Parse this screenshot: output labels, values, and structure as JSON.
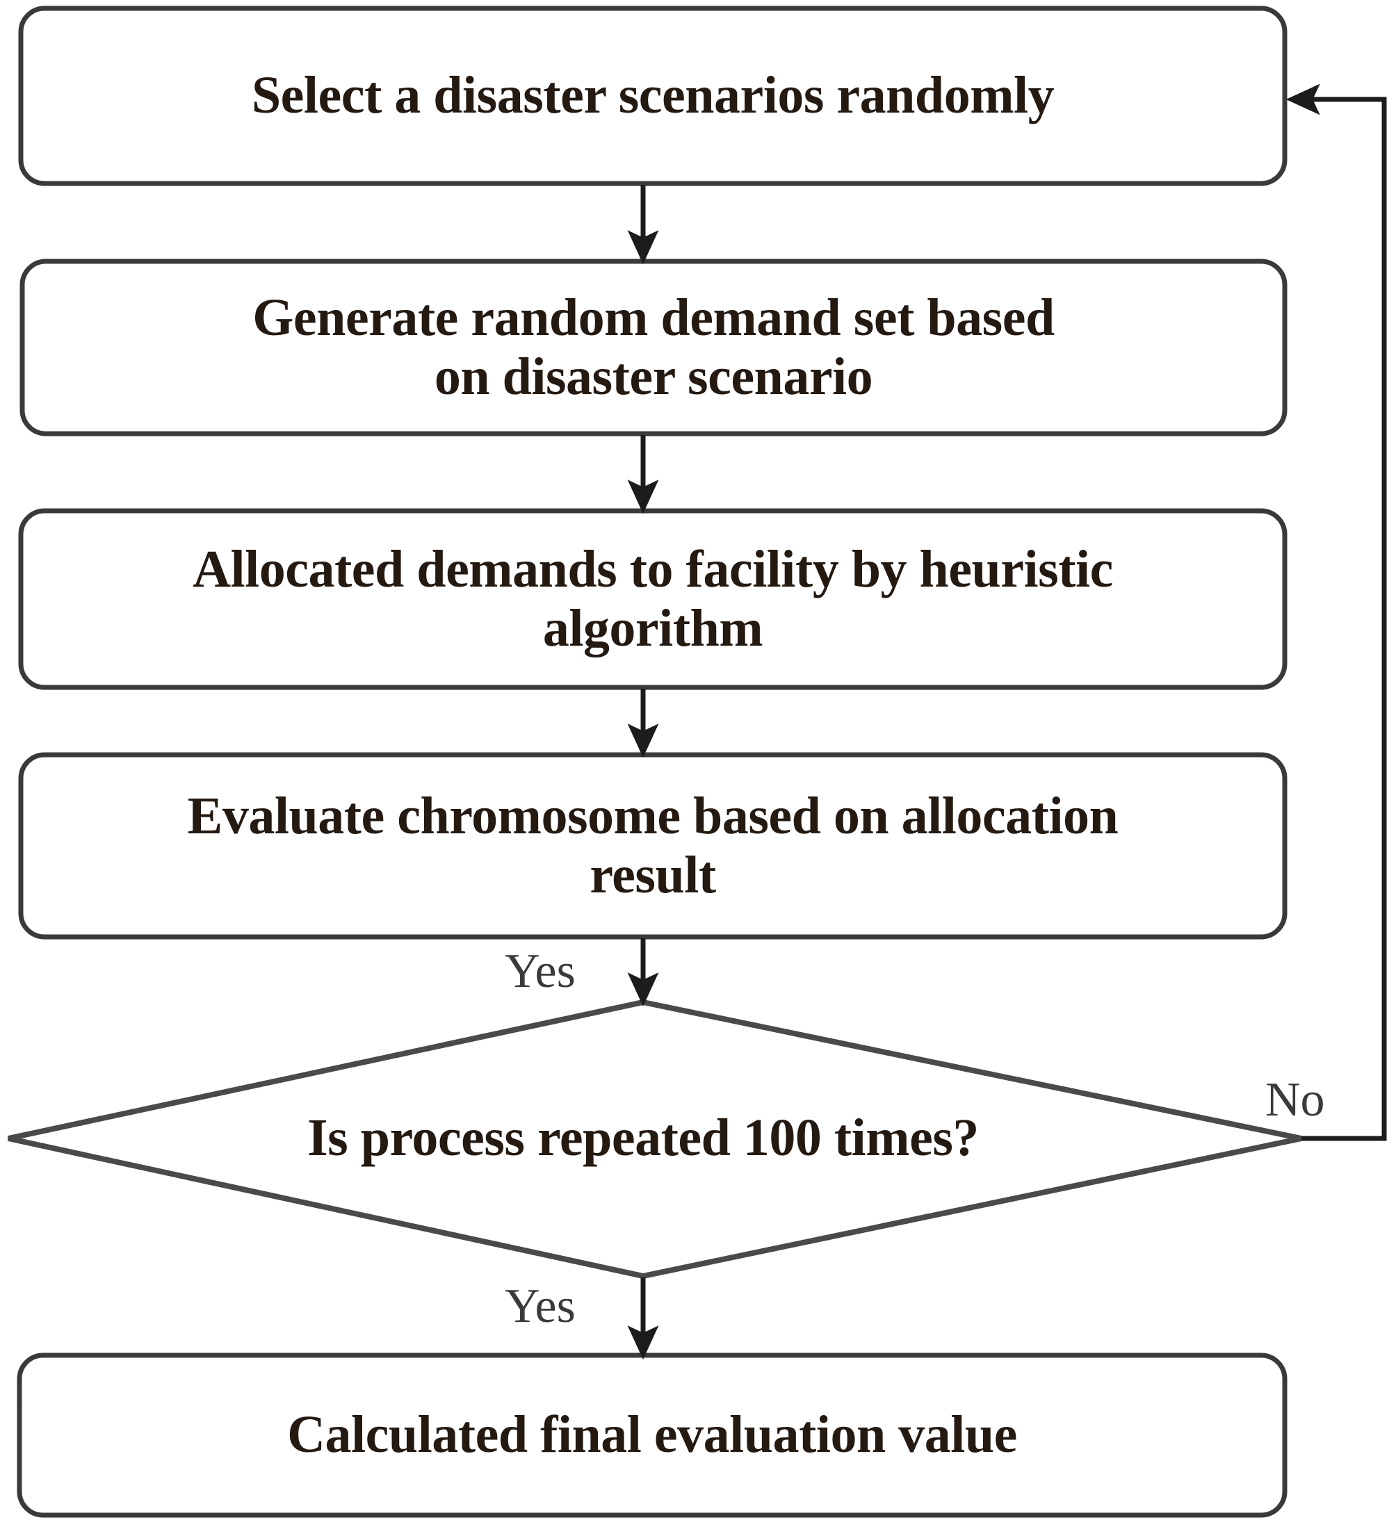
{
  "diagram": {
    "type": "flowchart",
    "orientation": "top-to-bottom",
    "background_color": "#ffffff",
    "stroke_color": "#3a3a3a",
    "node_text_color": "#241a12",
    "edge_label_color": "#3a3a3a",
    "nodes": [
      {
        "id": "select-scenario",
        "shape": "rounded-rectangle",
        "lines": [
          "Select a disaster scenarios randomly"
        ],
        "text": "Select a disaster scenarios randomly"
      },
      {
        "id": "generate-demand",
        "shape": "rounded-rectangle",
        "lines": [
          "Generate random demand set based on",
          "disaster scenario"
        ],
        "text": "Generate random demand set based on disaster scenario"
      },
      {
        "id": "allocate-demands",
        "shape": "rounded-rectangle",
        "lines": [
          "Allocated demands to facility by heuristic",
          "algorithm"
        ],
        "text": "Allocated demands to facility by heuristic algorithm"
      },
      {
        "id": "evaluate-chromosome",
        "shape": "rounded-rectangle",
        "lines": [
          "Evaluate chromosome based on allocation",
          "result"
        ],
        "text": "Evaluate chromosome based on allocation result"
      },
      {
        "id": "repeat-decision",
        "shape": "diamond",
        "lines": [
          "Is process repeated 100 times?"
        ],
        "text": "Is process repeated 100 times?"
      },
      {
        "id": "final-value",
        "shape": "rounded-rectangle",
        "lines": [
          "Calculated final evaluation value"
        ],
        "text": "Calculated final evaluation value"
      }
    ],
    "edges": [
      {
        "id": "e1",
        "from": "select-scenario",
        "to": "generate-demand",
        "label": ""
      },
      {
        "id": "e2",
        "from": "generate-demand",
        "to": "allocate-demands",
        "label": ""
      },
      {
        "id": "e3",
        "from": "allocate-demands",
        "to": "evaluate-chromosome",
        "label": ""
      },
      {
        "id": "e4",
        "from": "evaluate-chromosome",
        "to": "repeat-decision",
        "label": "Yes"
      },
      {
        "id": "e5",
        "from": "repeat-decision",
        "to": "final-value",
        "label": "Yes"
      },
      {
        "id": "e6",
        "from": "repeat-decision",
        "to": "select-scenario",
        "label": "No"
      }
    ],
    "edge_labels": {
      "above_decision": "Yes",
      "below_decision": "Yes",
      "right_of_decision": "No"
    }
  }
}
